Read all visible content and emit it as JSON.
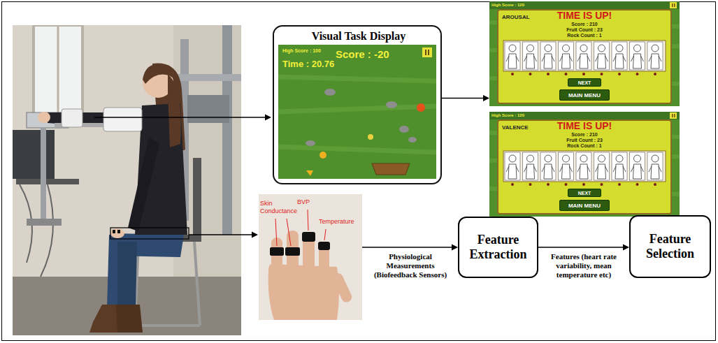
{
  "diagram": {
    "nodes": [
      {
        "text": [
          "Visual Task Display"
        ]
      },
      {
        "text": [
          "High Score : 100",
          "Score : -20",
          "Time : 20.76"
        ],
        "in": 0
      },
      {
        "text": [
          "High Score : 120",
          "AROUSAL",
          "TIME IS UP!",
          "Score : 210",
          "Fruit Count : 23",
          "Rock Count : 1"
        ]
      },
      {
        "text": [
          "NEXT"
        ],
        "in": 2
      },
      {
        "text": [
          "MAIN MENU"
        ],
        "in": 2
      },
      {
        "text": [
          "High Score : 120",
          "VALENCE",
          "TIME IS UP!",
          "Score : 210",
          "Fruit Count : 23",
          "Rock Count : 1"
        ]
      },
      {
        "text": [
          "NEXT"
        ],
        "in": 5
      },
      {
        "text": [
          "MAIN MENU"
        ],
        "in": 5
      },
      {
        "text": [
          "Skin Conductance",
          "BVP",
          "Temperature"
        ]
      },
      {
        "text": [
          "Feature Extraction"
        ]
      },
      {
        "text": [
          "Feature Selection"
        ]
      }
    ],
    "edges": [
      {
        "from": 0,
        "to": 2,
        "arrow": "to"
      },
      {
        "from": 8,
        "to": 9,
        "label": "Physiological Measurements (Biofeedback Sensors)",
        "arrow": "to"
      },
      {
        "from": 9,
        "to": 10,
        "label": "Features (heart rate variability, mean temperature etc)",
        "arrow": "to"
      }
    ]
  }
}
